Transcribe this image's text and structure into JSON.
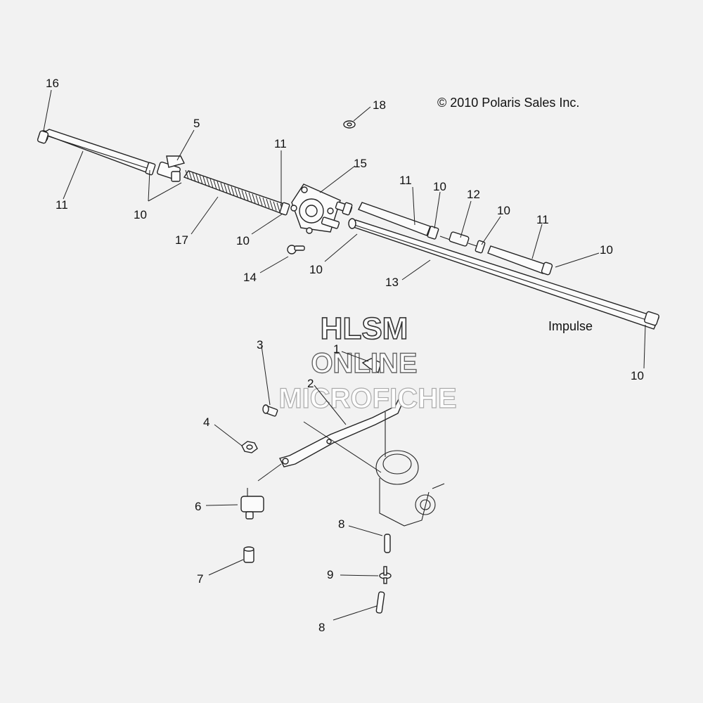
{
  "copyright": "© 2010 Polaris Sales Inc.",
  "model_label": "Impulse",
  "watermark": {
    "line1": "HLSM",
    "line2": "ONLINE",
    "line3": "MICROFICHE"
  },
  "callouts": {
    "c16": "16",
    "c11a": "11",
    "c10a": "10",
    "c5": "5",
    "c17": "17",
    "c10b": "10",
    "c11b": "11",
    "c15": "15",
    "c18": "18",
    "c14": "14",
    "c10c": "10",
    "c11c": "11",
    "c10d": "10",
    "c12": "12",
    "c10e": "10",
    "c11d": "11",
    "c10f": "10",
    "c13": "13",
    "c10g": "10",
    "c1": "1",
    "c2": "2",
    "c3": "3",
    "c4": "4",
    "c6": "6",
    "c7": "7",
    "c8a": "8",
    "c9": "9",
    "c8b": "8"
  }
}
